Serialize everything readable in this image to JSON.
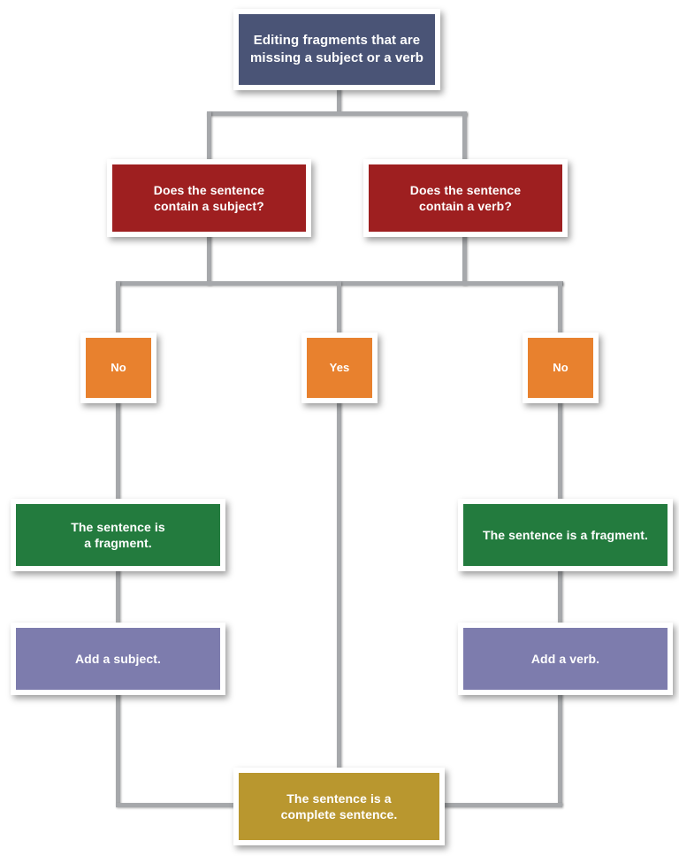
{
  "diagram": {
    "title": "Editing fragments that are missing a subject or a verb",
    "colors": {
      "title_box": "#4a5476",
      "question_box": "#9e1f20",
      "answer_box": "#e8812e",
      "fragment_box": "#237b3e",
      "action_box": "#7d7cad",
      "complete_box": "#b9972f",
      "connector": "#a6a8ab",
      "text": "#ffffff",
      "background": "#ffffff"
    },
    "nodes": {
      "title": "Editing fragments that are\nmissing a subject or a verb",
      "question_subject": "Does the sentence\ncontain a subject?",
      "question_verb": "Does the sentence\ncontain a verb?",
      "answer_no_left": "No",
      "answer_yes_center": "Yes",
      "answer_no_right": "No",
      "fragment_left": "The sentence is\na fragment.",
      "fragment_right": "The sentence is a fragment.",
      "action_subject": "Add a subject.",
      "action_verb": "Add a verb.",
      "complete": "The sentence is a\ncomplete sentence."
    }
  }
}
